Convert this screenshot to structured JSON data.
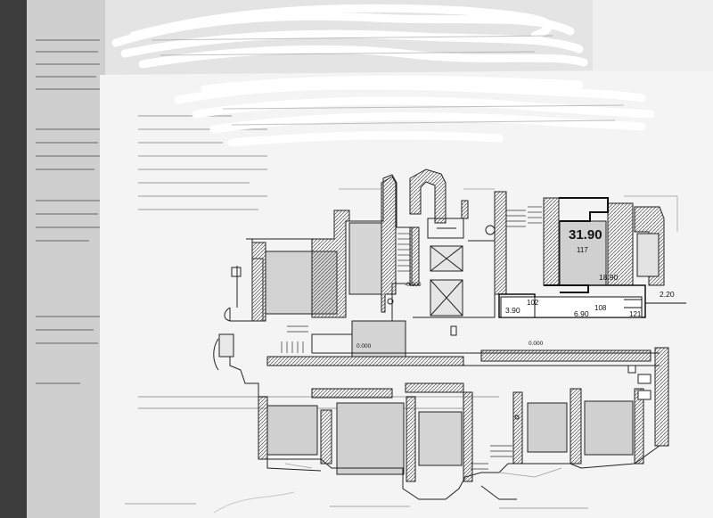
{
  "plan": {
    "headline_area": "31.90",
    "room_number": "117",
    "area_a": "18.90",
    "area_b": "2.20",
    "area_c": "3.90",
    "room_b": "102",
    "room_c": "108",
    "area_d": "6.90",
    "room_d": "121",
    "level_lower": "-0.900",
    "level_left": "0.000",
    "level_right": "0.000"
  }
}
